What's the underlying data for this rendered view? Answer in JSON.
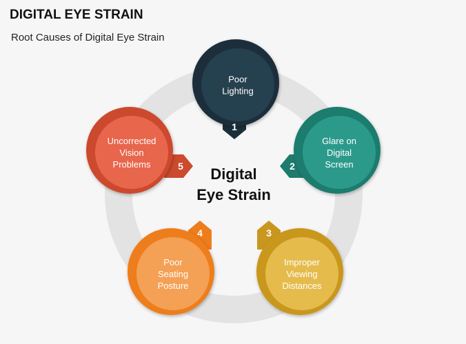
{
  "header": {
    "title": "DIGITAL EYE STRAIN",
    "subtitle": "Root Causes of Digital Eye Strain"
  },
  "center": {
    "line1": "Digital",
    "line2": "Eye Strain"
  },
  "nodes": [
    {
      "number": "1",
      "lines": [
        "Poor",
        "Lighting"
      ],
      "color": "#25404e",
      "ring_color": "#1b2f3a"
    },
    {
      "number": "2",
      "lines": [
        "Glare on",
        "Digital",
        "Screen"
      ],
      "color": "#2c9a8b",
      "ring_color": "#1f7b6e"
    },
    {
      "number": "3",
      "lines": [
        "Improper",
        "Viewing",
        "Distances"
      ],
      "color": "#e5bb4c",
      "ring_color": "#c9971f"
    },
    {
      "number": "4",
      "lines": [
        "Poor",
        "Seating",
        "Posture"
      ],
      "color": "#f4a055",
      "ring_color": "#ee7d1c"
    },
    {
      "number": "5",
      "lines": [
        "Uncorrected",
        "Vision",
        "Problems"
      ],
      "color": "#e8664c",
      "ring_color": "#cc4a2e"
    }
  ],
  "ring_color": "#e3e3e3"
}
